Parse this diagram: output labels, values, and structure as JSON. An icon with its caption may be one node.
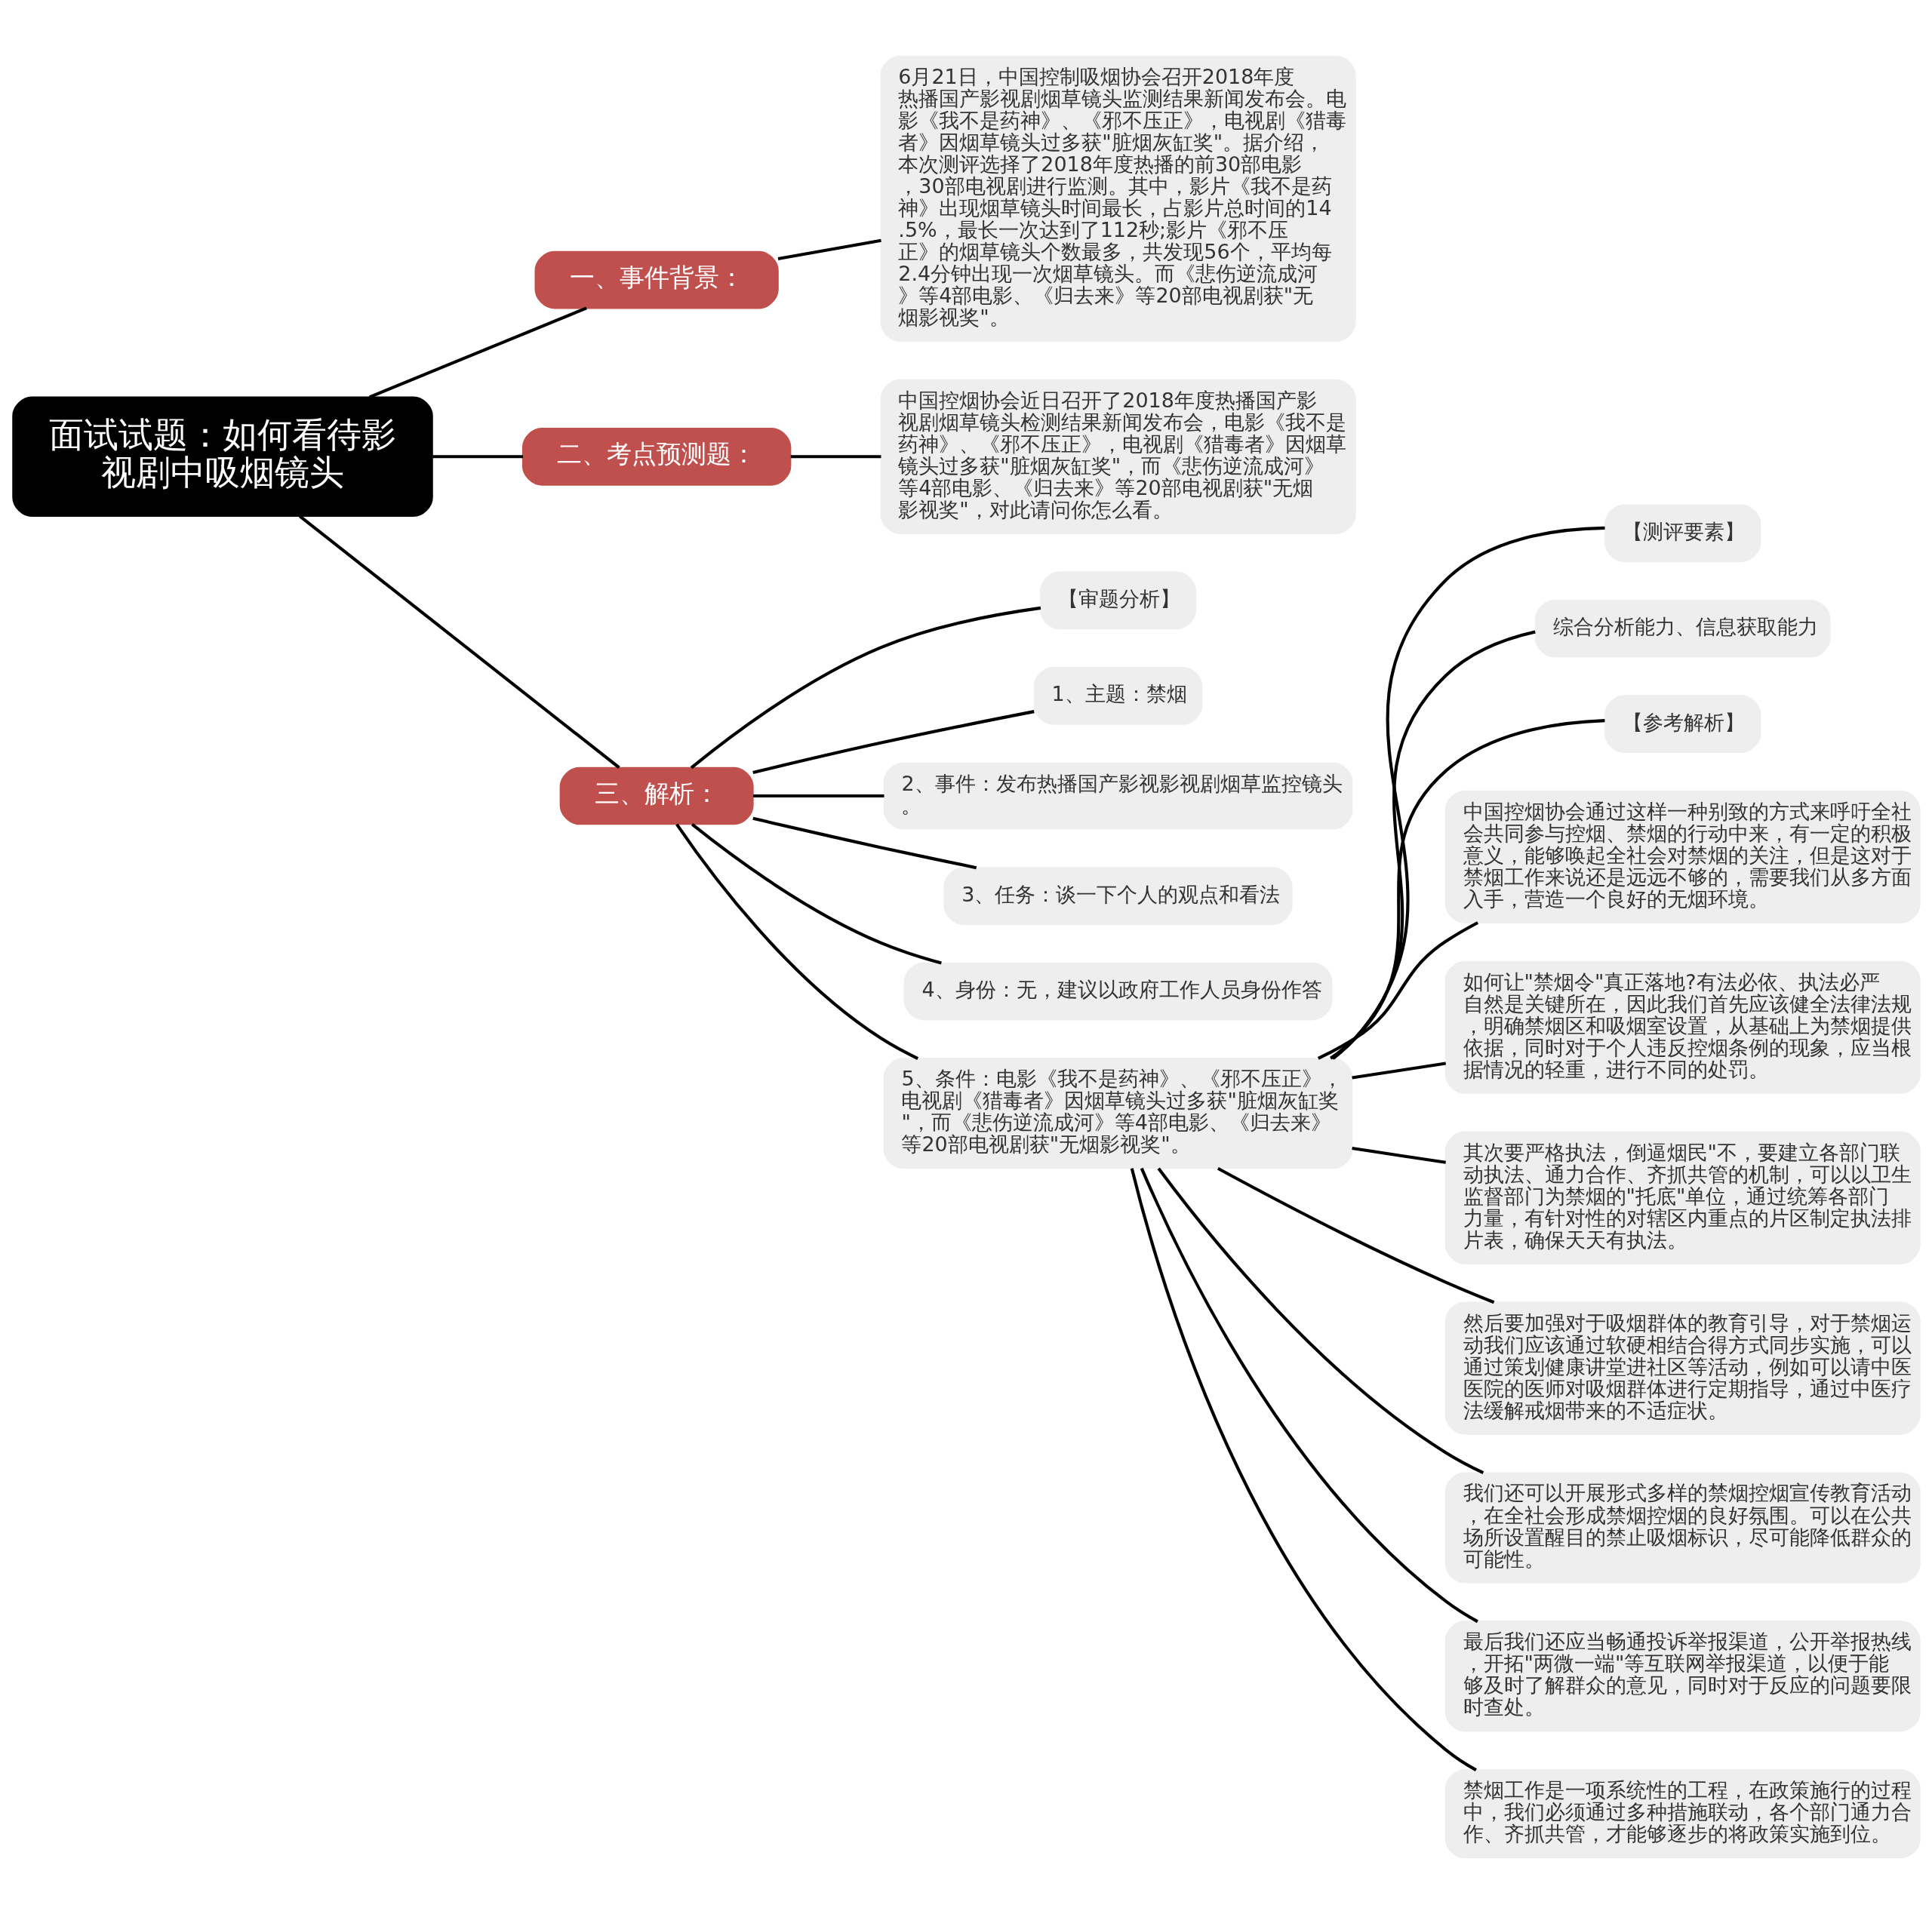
{
  "diagram": {
    "nodes": [
      {
        "text": [
          "面试试题：如何看待影视剧中吸烟镜头"
        ]
      },
      {
        "text": [
          "一、事件背景："
        ]
      },
      {
        "text": [
          "6月21日，中国控制吸烟协会召开2018年度热播国产影视剧烟草镜头监测结果新闻发布会。电影《我不是药神》、《邪不压正》，电视剧《猎毒者》因烟草镜头过多获\"脏烟灰缸奖\"。据介绍，本次测评选择了2018年度热播的前30部电影，30部电视剧进行监测。其中，影片《我不是药神》出现烟草镜头时间最长，占影片总时间的14.5%，最长一次达到了112秒;影片《邪不压正》的烟草镜头个数最多，共发现56个，平均每2.4分钟出现一次烟草镜头。而《悲伤逆流成河》等4部电影、《归去来》等20部电视剧获\"无烟影视奖\"。"
        ]
      },
      {
        "text": [
          "二、考点预测题："
        ]
      },
      {
        "text": [
          "中国控烟协会近日召开了2018年度热播国产影视剧烟草镜头检测结果新闻发布会，电影《我不是药神》、《邪不压正》，电视剧《猎毒者》因烟草镜头过多获\"脏烟灰缸奖\"，而《悲伤逆流成河》等4部电影、《归去来》等20部电视剧获\"无烟影视奖\"，对此请问你怎么看。"
        ]
      },
      {
        "text": [
          "三、解析："
        ]
      },
      {
        "text": [
          "【审题分析】"
        ]
      },
      {
        "text": [
          "1、主题：禁烟"
        ]
      },
      {
        "text": [
          "2、事件：发布热播国产影视影视剧烟草监控镜头。"
        ]
      },
      {
        "text": [
          "3、任务：谈一下个人的观点和看法"
        ]
      },
      {
        "text": [
          "4、身份：无，建议以政府工作人员身份作答"
        ]
      },
      {
        "text": [
          "5、条件：电影《我不是药神》、《邪不压正》，电视剧《猎毒者》因烟草镜头过多获\"脏烟灰缸奖\"，而《悲伤逆流成河》等4部电影、《归去来》等20部电视剧获\"无烟影视奖\"。"
        ]
      },
      {
        "text": [
          "【测评要素】"
        ]
      },
      {
        "text": [
          "综合分析能力、信息获取能力"
        ]
      },
      {
        "text": [
          "【参考解析】"
        ]
      },
      {
        "text": [
          "中国控烟协会通过这样一种别致的方式来呼吁全社会共同参与控烟、禁烟的行动中来，有一定的积极意义，能够唤起全社会对禁烟的关注，但是这对于禁烟工作来说还是远远不够的，需要我们从多方面入手，营造一个良好的无烟环境。"
        ]
      },
      {
        "text": [
          "如何让\"禁烟令\"真正落地?有法必依、执法必严自然是关键所在，因此我们首先应该健全法律法规，明确禁烟区和吸烟室设置，从基础上为禁烟提供依据，同时对于个人违反控烟条例的现象，应当根据情况的轻重，进行不同的处罚。"
        ]
      },
      {
        "text": [
          "其次要严格执法，倒逼烟民\"不，要建立各部门联动执法、通力合作、齐抓共管的机制，可以以卫生监督部门为禁烟的\"托底\"单位，通过统筹各部门力量，有针对性的对辖区内重点的片区制定执法排片表，确保天天有执法。"
        ]
      },
      {
        "text": [
          "然后要加强对于吸烟群体的教育引导，对于禁烟运动我们应该通过软硬相结合得方式同步实施，可以通过策划健康讲堂进社区等活动，例如可以请中医医院的医师对吸烟群体进行定期指导，通过中医疗法缓解戒烟带来的不适症状。"
        ]
      },
      {
        "text": [
          "我们还可以开展形式多样的禁烟控烟宣传教育活动，在全社会形成禁烟控烟的良好氛围。可以在公共场所设置醒目的禁止吸烟标识，尽可能降低群众的可能性。"
        ]
      },
      {
        "text": [
          "最后我们还应当畅通投诉举报渠道，公开举报热线，开拓\"两微一端\"等互联网举报渠道，以便于能够及时了解群众的意见，同时对于反应的问题要限时查处。"
        ]
      },
      {
        "text": [
          "禁烟工作是一项系统性的工程，在政策施行的过程中，我们必须通过多种措施联动，各个部门通力合作、齐抓共管，才能够逐步的将政策实施到位。"
        ]
      }
    ],
    "edges": [
      {
        "from": 0,
        "to": 1,
        "arrow": "none"
      },
      {
        "from": 1,
        "to": 2,
        "arrow": "none"
      },
      {
        "from": 0,
        "to": 3,
        "arrow": "none"
      },
      {
        "from": 3,
        "to": 4,
        "arrow": "none"
      },
      {
        "from": 0,
        "to": 5,
        "arrow": "none"
      },
      {
        "from": 5,
        "to": 6,
        "arrow": "none"
      },
      {
        "from": 5,
        "to": 7,
        "arrow": "none"
      },
      {
        "from": 5,
        "to": 8,
        "arrow": "none"
      },
      {
        "from": 5,
        "to": 9,
        "arrow": "none"
      },
      {
        "from": 5,
        "to": 10,
        "arrow": "none"
      },
      {
        "from": 5,
        "to": 11,
        "arrow": "none"
      },
      {
        "from": 11,
        "to": 12,
        "arrow": "none"
      },
      {
        "from": 11,
        "to": 13,
        "arrow": "none"
      },
      {
        "from": 11,
        "to": 14,
        "arrow": "none"
      },
      {
        "from": 11,
        "to": 15,
        "arrow": "none"
      },
      {
        "from": 11,
        "to": 16,
        "arrow": "none"
      },
      {
        "from": 11,
        "to": 17,
        "arrow": "none"
      },
      {
        "from": 11,
        "to": 18,
        "arrow": "none"
      },
      {
        "from": 11,
        "to": 19,
        "arrow": "none"
      },
      {
        "from": 11,
        "to": 20,
        "arrow": "none"
      },
      {
        "from": 11,
        "to": 21,
        "arrow": "none"
      }
    ]
  }
}
